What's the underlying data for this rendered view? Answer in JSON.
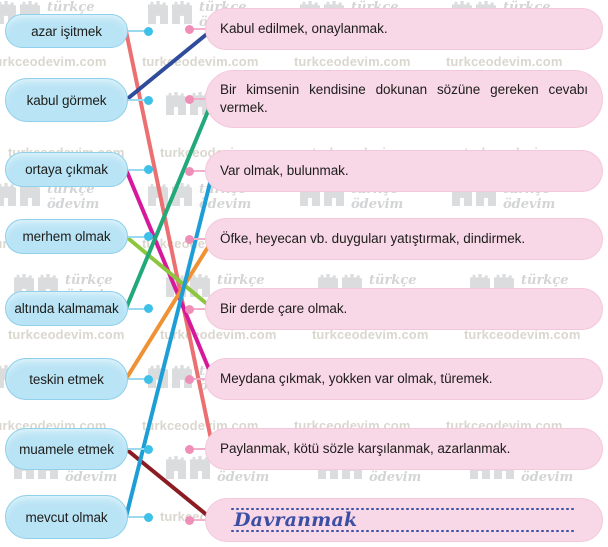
{
  "page": {
    "type": "matching-exercise",
    "title": "Kelime ve anlam eşleştirme etkinliği",
    "background": "#ffffff"
  },
  "colors": {
    "left_pill_bg": "#b9e4f5",
    "left_pill_border": "#8fd0ea",
    "right_pill_bg": "#f8d7e6",
    "right_pill_border": "#f3c8dc",
    "left_dot": "#3ec1e8",
    "right_dot": "#ef8fb8",
    "answer_text": "#3b4fa4",
    "watermark": "#cfd0d1"
  },
  "watermark": {
    "logo_line1": "türkçe",
    "logo_line2": "ödevim",
    "url": "turkceodevim.com"
  },
  "left_column": {
    "items": [
      {
        "id": "l1",
        "label": "azar işitmek"
      },
      {
        "id": "l2",
        "label": "kabul görmek"
      },
      {
        "id": "l3",
        "label": "ortaya çıkmak"
      },
      {
        "id": "l4",
        "label": "merhem olmak"
      },
      {
        "id": "l5",
        "label": "altında kalmamak"
      },
      {
        "id": "l6",
        "label": "teskin etmek"
      },
      {
        "id": "l7",
        "label": "muamele etmek"
      },
      {
        "id": "l8",
        "label": "mevcut olmak"
      }
    ]
  },
  "right_column": {
    "items": [
      {
        "id": "r1",
        "label": "Kabul edilmek, onaylanmak.",
        "justify": false
      },
      {
        "id": "r2",
        "label": "Bir kimsenin kendisine dokunan sözüne gereken cevabı vermek.",
        "justify": true
      },
      {
        "id": "r3",
        "label": "Var olmak, bulunmak.",
        "justify": false
      },
      {
        "id": "r4",
        "label": "Öfke, heyecan vb. duyguları yatıştırmak, dindirmek.",
        "justify": false
      },
      {
        "id": "r5",
        "label": "Bir derde çare olmak.",
        "justify": false
      },
      {
        "id": "r6",
        "label": "Meydana çıkmak, yokken var olmak, türemek.",
        "justify": false
      },
      {
        "id": "r7",
        "label": "Paylanmak, kötü sözle karşılanmak, azarlanmak.",
        "justify": false
      },
      {
        "id": "r8",
        "label": "Davranmak",
        "justify": false,
        "is_answer": true
      }
    ]
  },
  "connections": [
    {
      "from": "l1",
      "to": "r7",
      "color": "#ec6f71",
      "name": "azar-isitmek-to-paylanmak"
    },
    {
      "from": "l2",
      "to": "r1",
      "color": "#2f4b9b",
      "name": "kabul-gormek-to-kabul-edilmek"
    },
    {
      "from": "l3",
      "to": "r6",
      "color": "#d6199b",
      "name": "ortaya-cikmak-to-meydana-cikmak"
    },
    {
      "from": "l4",
      "to": "r5",
      "color": "#8cc63e",
      "name": "merhem-olmak-to-bir-derde-care"
    },
    {
      "from": "l5",
      "to": "r2",
      "color": "#21a97a",
      "name": "altinda-kalmamak-to-bir-kimsenin"
    },
    {
      "from": "l6",
      "to": "r4",
      "color": "#ef9235",
      "name": "teskin-etmek-to-ofke-heyecan"
    },
    {
      "from": "l7",
      "to": "r8",
      "color": "#8b1c23",
      "name": "muamele-etmek-to-davranmak"
    },
    {
      "from": "l8",
      "to": "r3",
      "color": "#1e9ed6",
      "name": "mevcut-olmak-to-var-olmak"
    }
  ]
}
